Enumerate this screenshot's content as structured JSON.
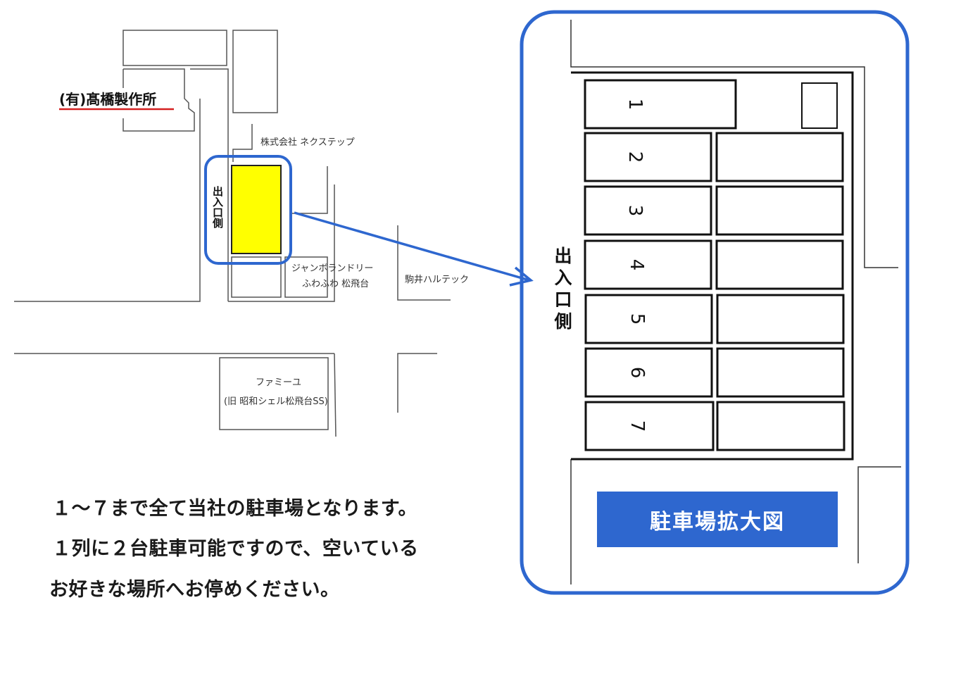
{
  "colors": {
    "accent_blue": "#2e67cf",
    "highlight_yellow": "#ffff00",
    "underline_red": "#d42020",
    "line_gray": "#555555"
  },
  "area_map": {
    "company_label": "(有)髙橋製作所",
    "entrance_label": "出入口側",
    "landmarks": {
      "nextep": "株式会社 ネクステップ",
      "laundry_line1": "ジャンボランドリー",
      "laundry_line2": "ふわふわ 松飛台",
      "komai": "駒井ハルテック",
      "famiyu_line1": "ファミーユ",
      "famiyu_line2": "(旧 昭和シェル松飛台SS)"
    }
  },
  "parking_detail": {
    "entrance_label": "出入口側",
    "slots": [
      "1",
      "2",
      "3",
      "4",
      "5",
      "6",
      "7"
    ],
    "banner_label": "駐車場拡大図"
  },
  "notes": {
    "line1": "１～７まで全て当社の駐車場となります。",
    "line2": "１列に２台駐車可能ですので、空いている",
    "line3": "お好きな場所へお停めください。"
  }
}
